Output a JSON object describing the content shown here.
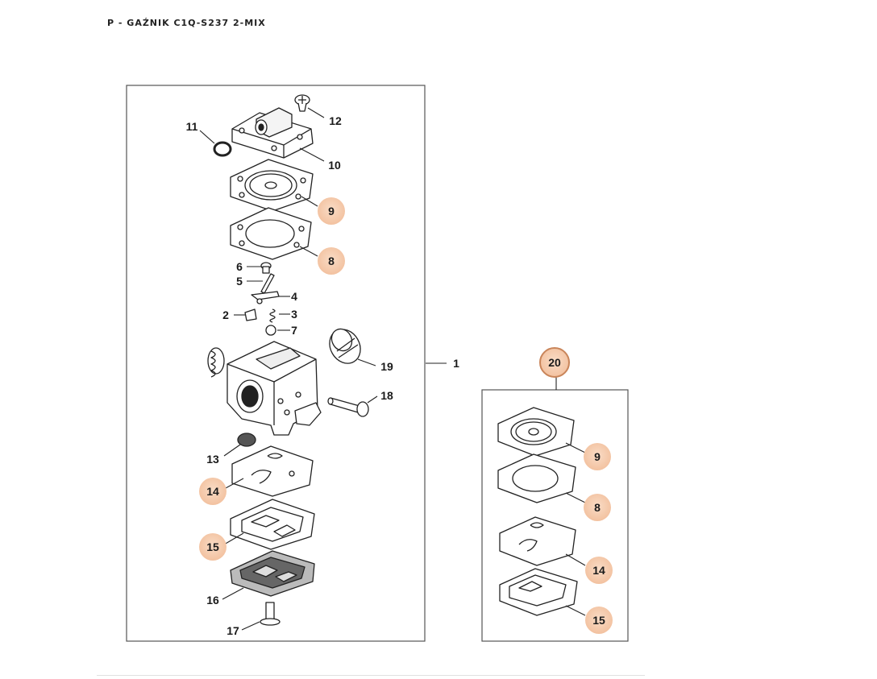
{
  "title": "P - GAŹNIK C1Q-S237 2-MIX",
  "colors": {
    "highlight_fill": "#f6cdb0",
    "highlight_stroke": "#c9855a",
    "line": "#222222",
    "frame": "#555555"
  },
  "main_group": {
    "label": "1",
    "parts": [
      {
        "label": "2",
        "highlight": false
      },
      {
        "label": "3",
        "highlight": false
      },
      {
        "label": "4",
        "highlight": false
      },
      {
        "label": "5",
        "highlight": false
      },
      {
        "label": "6",
        "highlight": false
      },
      {
        "label": "7",
        "highlight": false
      },
      {
        "label": "8",
        "highlight": true
      },
      {
        "label": "9",
        "highlight": true
      },
      {
        "label": "10",
        "highlight": false
      },
      {
        "label": "11",
        "highlight": false
      },
      {
        "label": "12",
        "highlight": false
      },
      {
        "label": "13",
        "highlight": false
      },
      {
        "label": "14",
        "highlight": true
      },
      {
        "label": "15",
        "highlight": true
      },
      {
        "label": "16",
        "highlight": false
      },
      {
        "label": "17",
        "highlight": false
      },
      {
        "label": "18",
        "highlight": false
      },
      {
        "label": "19",
        "highlight": false
      }
    ]
  },
  "kit": {
    "label": "20",
    "parts": [
      {
        "label": "9",
        "highlight": true
      },
      {
        "label": "8",
        "highlight": true
      },
      {
        "label": "14",
        "highlight": true
      },
      {
        "label": "15",
        "highlight": true
      }
    ]
  }
}
